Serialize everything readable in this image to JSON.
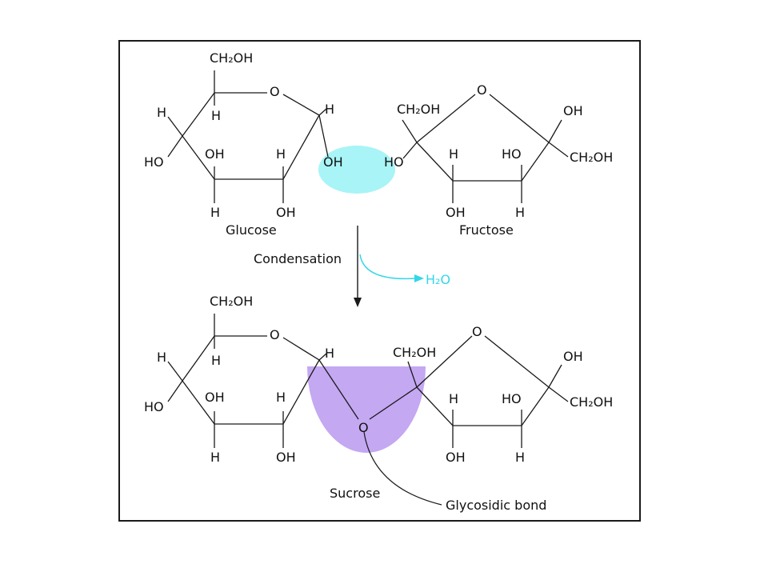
{
  "colors": {
    "ink": "#1a1a1a",
    "water_highlight": "#a8f4f7",
    "water_arrow": "#33d7e8",
    "glycosidic_highlight": "#c4a8f2"
  },
  "top": {
    "glucose": {
      "ch2oh": "CH₂OH",
      "o": "O",
      "h_c1": "H",
      "h_c4": "H",
      "h_c5": "H",
      "oh_c2": "OH",
      "oh_c3": "OH",
      "ho_c4": "HO",
      "h_c2": "H",
      "h_c3": "H",
      "oh_c1": "OH",
      "name": "Glucose"
    },
    "fructose": {
      "ch2oh_left": "CH₂OH",
      "o": "O",
      "oh_right": "OH",
      "ch2oh_right": "CH₂OH",
      "ho_left": "HO",
      "h_c3": "H",
      "ho_c4": "HO",
      "oh_c3": "OH",
      "h_c4": "H",
      "name": "Fructose"
    }
  },
  "reaction": {
    "label": "Condensation",
    "water": "H₂O"
  },
  "bottom": {
    "glucose": {
      "ch2oh": "CH₂OH",
      "o": "O",
      "h_c5": "H",
      "h_c4": "H",
      "h_c1": "H",
      "ho_c4": "HO",
      "oh_c3": "OH",
      "h_c2": "H",
      "h_c3": "H",
      "oh_c2": "OH"
    },
    "fructose": {
      "ch2oh_left": "CH₂OH",
      "o": "O",
      "oh_right": "OH",
      "ch2oh_right": "CH₂OH",
      "h_c3": "H",
      "ho_c4": "HO",
      "oh_c3": "OH",
      "h_c4": "H"
    },
    "bridge_o": "O",
    "name": "Sucrose",
    "bond_label": "Glycosidic bond"
  }
}
